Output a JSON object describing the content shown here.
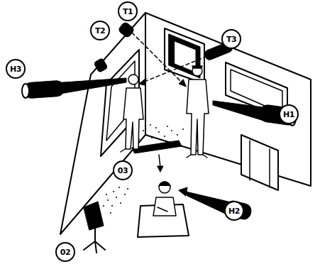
{
  "diagram": {
    "nodes": [
      {
        "text": [
          "T1"
        ]
      },
      {
        "text": [
          "T2"
        ]
      },
      {
        "text": [
          "T3"
        ]
      },
      {
        "text": [
          "H3"
        ]
      },
      {
        "text": [
          "H1"
        ]
      },
      {
        "text": [
          "03"
        ]
      },
      {
        "text": [
          "H2"
        ]
      },
      {
        "text": [
          "02"
        ]
      }
    ]
  }
}
